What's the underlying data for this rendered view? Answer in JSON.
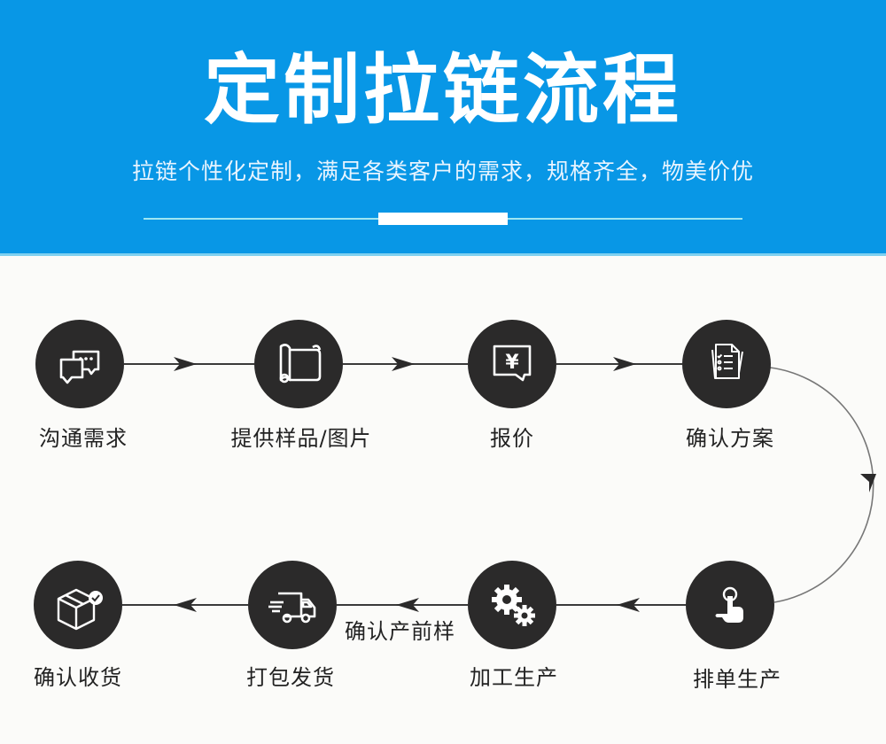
{
  "header": {
    "title": "定制拉链流程",
    "subtitle": "拉链个性化定制，满足各类客户的需求，规格齐全，物美价优",
    "background_color": "#0897e6"
  },
  "steps": [
    {
      "order": 1,
      "label": "沟通需求",
      "icon": "chat-bubbles-icon"
    },
    {
      "order": 2,
      "label": "提供样品/图片",
      "icon": "scroll-blueprint-icon"
    },
    {
      "order": 3,
      "label": "报价",
      "icon": "yen-quote-icon"
    },
    {
      "order": 4,
      "label": "确认方案",
      "icon": "document-checklist-icon"
    },
    {
      "order": 5,
      "label": "排单生产",
      "icon": "hand-tap-icon"
    },
    {
      "order": 6,
      "label": "加工生产",
      "icon": "gears-icon"
    },
    {
      "order": 7,
      "label": "打包发货",
      "icon": "delivery-truck-icon"
    },
    {
      "order": 8,
      "label": "确认收货",
      "icon": "box-check-icon"
    }
  ],
  "edge_labels": {
    "production_to_shipping": "确认产前样"
  },
  "colors": {
    "node": "#2b2a2a",
    "line": "#3a3a3a",
    "curve": "#777777",
    "text": "#222222",
    "page_bg": "#fbfbf9"
  }
}
